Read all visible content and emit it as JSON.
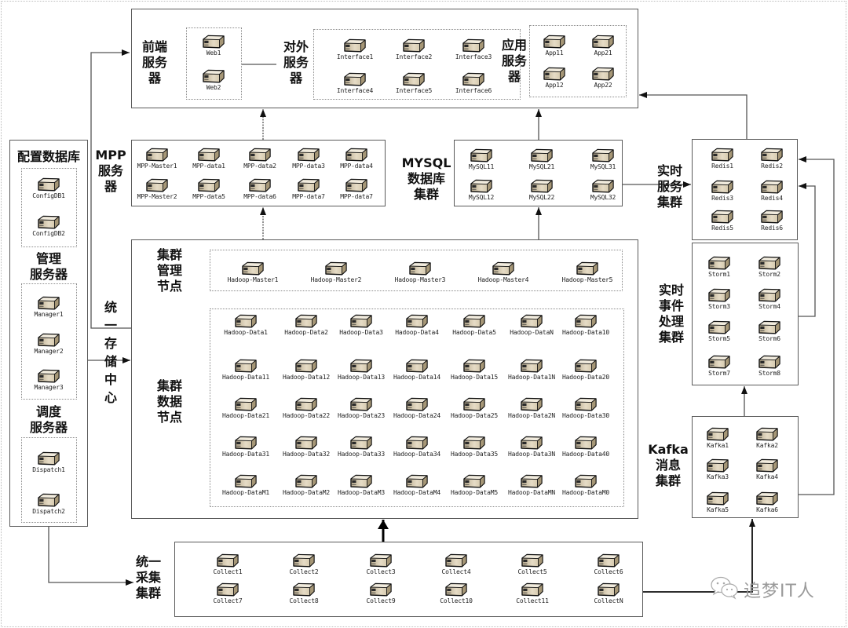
{
  "diagram": {
    "frontend": {
      "label": "前端\n服务\n器",
      "nodes": [
        "Web1",
        "Web2"
      ]
    },
    "external": {
      "label": "对外\n服务\n器",
      "nodes": [
        "Interface1",
        "Interface2",
        "Interface3",
        "Interface4",
        "Interface5",
        "Interface6"
      ]
    },
    "app": {
      "label": "应用\n服务\n器",
      "nodes": [
        "App11",
        "App21",
        "App12",
        "App22"
      ]
    },
    "mpp": {
      "label": "MPP\n服务\n器",
      "nodes": [
        "MPP-Master1",
        "MPP-data1",
        "MPP-data2",
        "MPP-data3",
        "MPP-data4",
        "MPP-Master2",
        "MPP-data5",
        "MPP-data6",
        "MPP-data7",
        "MPP-data7"
      ]
    },
    "mysql": {
      "label": "MYSQL\n数据库\n集群",
      "nodes": [
        "MySQL11",
        "MySQL21",
        "MySQL31",
        "MySQL12",
        "MySQL22",
        "MySQL32"
      ]
    },
    "realtime_service": {
      "label": "实时\n服务\n集群",
      "nodes": [
        "Redis1",
        "Redis2",
        "Redis3",
        "Redis4",
        "Redis5",
        "Redis6"
      ]
    },
    "storage": {
      "label": "统一存储中心",
      "management": {
        "label": "集群\n管理\n节点",
        "nodes": [
          "Hadoop-Master1",
          "Hadoop-Master2",
          "Hadoop-Master3",
          "Hadoop-Master4",
          "Hadoop-Master5"
        ]
      },
      "data": {
        "label": "集群\n数据\n节点",
        "nodes": [
          "Hadoop-Data1",
          "Hadoop-Data2",
          "Hadoop-Data3",
          "Hadoop-Data4",
          "Hadoop-Data5",
          "Hadoop-DataN",
          "Hadoop-Data10",
          "Hadoop-Data11",
          "Hadoop-Data12",
          "Hadoop-Data13",
          "Hadoop-Data14",
          "Hadoop-Data15",
          "Hadoop-Data1N",
          "Hadoop-Data20",
          "Hadoop-Data21",
          "Hadoop-Data22",
          "Hadoop-Data23",
          "Hadoop-Data24",
          "Hadoop-Data25",
          "Hadoop-Data2N",
          "Hadoop-Data30",
          "Hadoop-Data31",
          "Hadoop-Data32",
          "Hadoop-Data33",
          "Hadoop-Data34",
          "Hadoop-Data35",
          "Hadoop-Data3N",
          "Hadoop-Data40",
          "Hadoop-DataM1",
          "Hadoop-DataM2",
          "Hadoop-DataM3",
          "Hadoop-DataM4",
          "Hadoop-DataM5",
          "Hadoop-DataMN",
          "Hadoop-DataM0"
        ]
      }
    },
    "storm": {
      "label": "实时\n事件\n处理\n集群",
      "nodes": [
        "Storm1",
        "Storm2",
        "Storm3",
        "Storm4",
        "Storm5",
        "Storm6",
        "Storm7",
        "Storm8"
      ]
    },
    "kafka": {
      "label": "Kafka\n消息\n集群",
      "nodes": [
        "Kafka1",
        "Kafka2",
        "Kafka3",
        "Kafka4",
        "Kafka5",
        "Kafka6"
      ]
    },
    "collect": {
      "label": "统一\n采集\n集群",
      "nodes": [
        "Collect1",
        "Collect2",
        "Collect3",
        "Collect4",
        "Collect5",
        "Collect6",
        "Collect7",
        "Collect8",
        "Collect9",
        "Collect10",
        "Collect11",
        "CollectN"
      ]
    },
    "config_db": {
      "label": "配置数据库",
      "nodes": [
        "ConfigDB1",
        "ConfigDB2"
      ]
    },
    "manager": {
      "label": "管理\n服务器",
      "nodes": [
        "Manager1",
        "Manager2",
        "Manager3"
      ]
    },
    "dispatch": {
      "label": "调度\n服务器",
      "nodes": [
        "Dispatch1",
        "Dispatch2"
      ]
    }
  },
  "watermark": {
    "text": "追梦IT人",
    "icon": "wechat-icon"
  },
  "colors": {
    "border": "#5a5a5a",
    "server_body": "#d8ccb2",
    "arrow": "#111111"
  }
}
